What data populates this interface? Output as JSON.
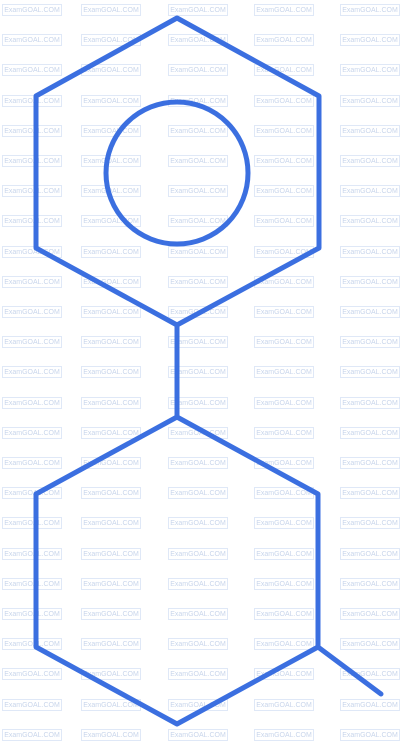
{
  "watermark": {
    "text": "ExamGOAL.COM",
    "color": "#c5d6f0"
  },
  "structure": {
    "stroke_color": "#3b6fe0",
    "upper_ring": {
      "kind": "hexagon",
      "aromatic_circle": true
    },
    "connecting_bond": "single",
    "lower_ring": {
      "kind": "hexagon",
      "aromatic_circle": false,
      "substituent": "methyl"
    }
  }
}
